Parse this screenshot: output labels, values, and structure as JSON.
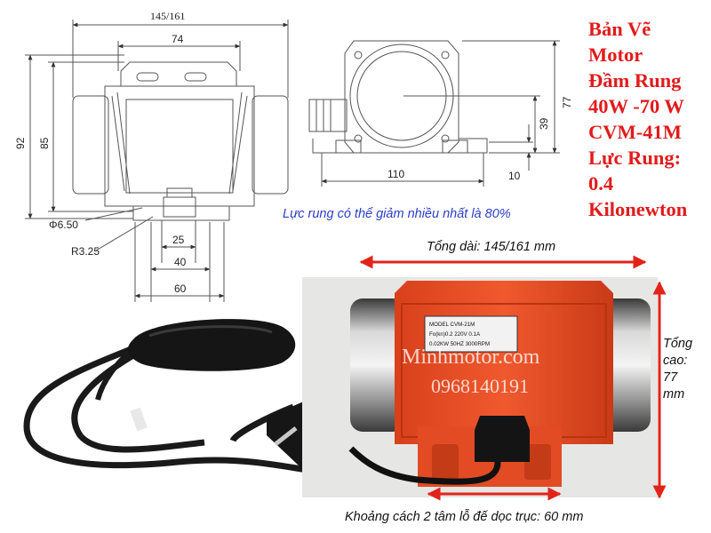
{
  "title_lines": [
    "Bản Vẽ",
    "Motor",
    "Đầm Rung",
    "40W -70 W",
    "CVM-41M",
    "Lực Rung:",
    "0.4",
    "Kilonewton"
  ],
  "note": "Lực rung có thể giảm nhiều nhất là 80%",
  "length_caption": "Tổng dài: 145/161 mm",
  "height_caption_lines": [
    "Tổng",
    "cao:",
    "77",
    "mm"
  ],
  "spacing_caption": "Khoảng cách 2 tâm lỗ đế dọc trục: 60 mm",
  "watermark": {
    "site": "Minhmotor.com",
    "phone": "0968140191"
  },
  "dimensions": {
    "overall_length": "145/161",
    "body_length": "74",
    "height_front": "92",
    "height_inner": "85",
    "hole_dia": "Φ6.50",
    "radius": "R3.25",
    "slot_width": "25",
    "hole_span": "40",
    "base_span": "60",
    "side_width": "110",
    "side_height": "77",
    "shaft_height": "39",
    "foot_height": "10"
  },
  "nameplate": {
    "model": "MODEL CVM-21M",
    "rating_line1": "Fo(kn)0.2   220V  0.1A",
    "rating_line2": "0.02KW  50HZ  3000RPM"
  },
  "colors": {
    "title": "#e21b1b",
    "note": "#2b3ec9",
    "arrow": "#e2231a",
    "motor_body": "#f0522a"
  }
}
